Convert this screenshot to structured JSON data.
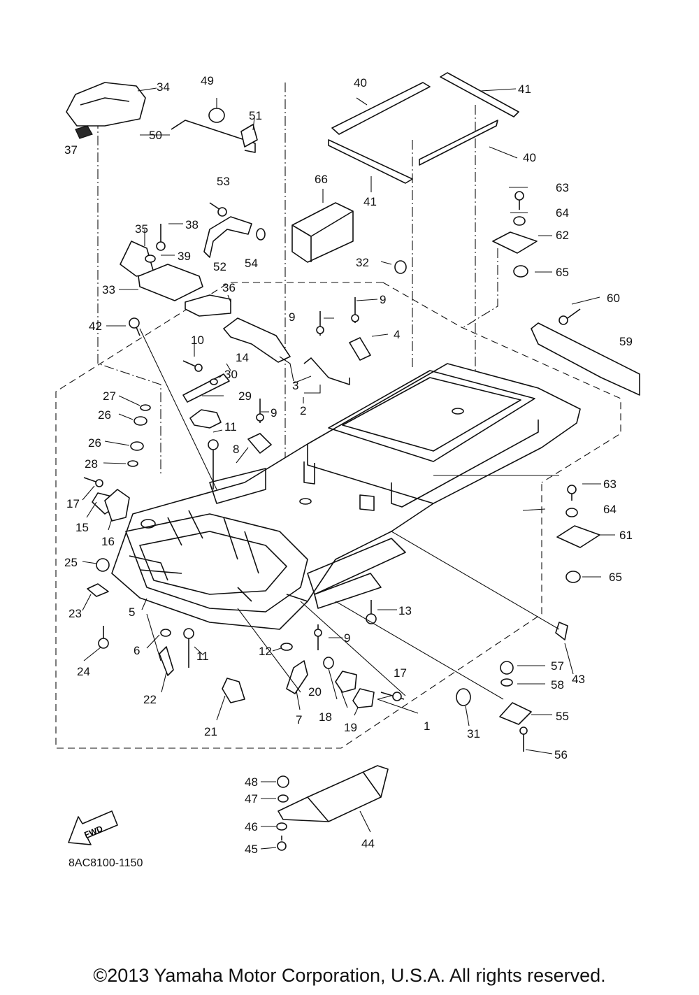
{
  "diagram": {
    "callouts": [
      "1",
      "2",
      "3",
      "4",
      "5",
      "6",
      "7",
      "8",
      "9",
      "10",
      "11",
      "12",
      "13",
      "14",
      "15",
      "16",
      "17",
      "18",
      "19",
      "20",
      "21",
      "22",
      "23",
      "24",
      "25",
      "26",
      "27",
      "28",
      "29",
      "30",
      "31",
      "32",
      "33",
      "34",
      "35",
      "36",
      "37",
      "38",
      "39",
      "40",
      "41",
      "42",
      "43",
      "44",
      "45",
      "46",
      "47",
      "48",
      "49",
      "50",
      "51",
      "52",
      "53",
      "54",
      "55",
      "56",
      "57",
      "58",
      "59",
      "60",
      "61",
      "62",
      "63",
      "64",
      "65",
      "66"
    ],
    "fwd_arrow_text": "FWD",
    "drawing_code": "8AC8100-1150"
  },
  "footer": {
    "copyright": "©2013 Yamaha Motor Corporation, U.S.A. All rights reserved."
  }
}
